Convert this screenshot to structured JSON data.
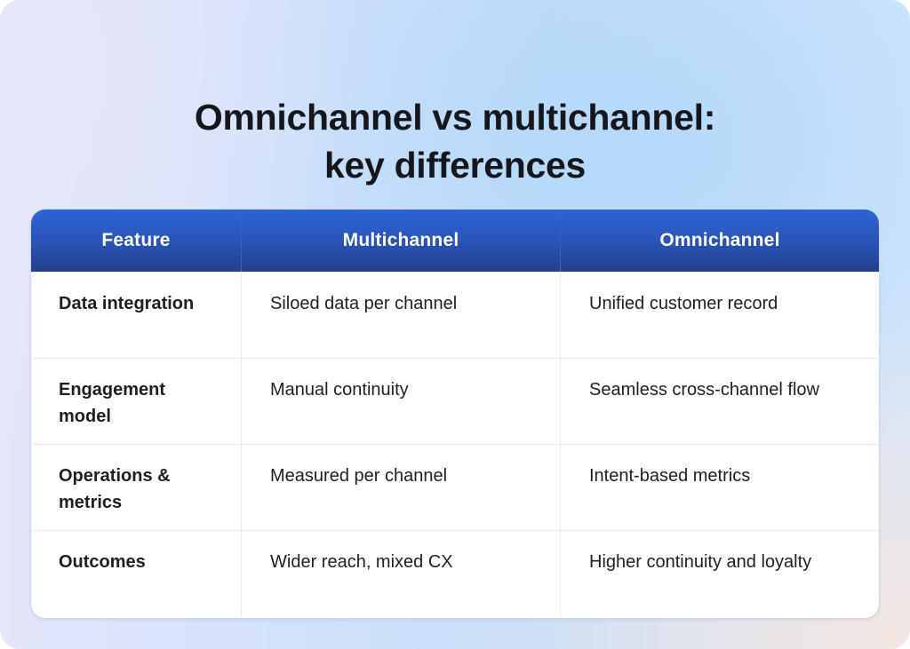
{
  "title": {
    "line1": "Omnichannel vs multichannel:",
    "line2": "key differences"
  },
  "table": {
    "columns": [
      "Feature",
      "Multichannel",
      "Omnichannel"
    ],
    "rows": [
      {
        "feature": "Data integration",
        "multichannel": "Siloed data per channel",
        "omnichannel": "Unified customer record"
      },
      {
        "feature": "Engagement model",
        "multichannel": "Manual continuity",
        "omnichannel": "Seamless cross-channel flow"
      },
      {
        "feature": "Operations & metrics",
        "multichannel": "Measured per channel",
        "omnichannel": "Intent-based metrics"
      },
      {
        "feature": "Outcomes",
        "multichannel": "Wider reach, mixed CX",
        "omnichannel": "Higher continuity and loyalty"
      }
    ]
  },
  "colors": {
    "header_top": "#2d64d6",
    "header_bottom": "#233f8b",
    "title_text": "#16171c",
    "body_text": "#1d1f24",
    "divider": "#e7eaef"
  }
}
